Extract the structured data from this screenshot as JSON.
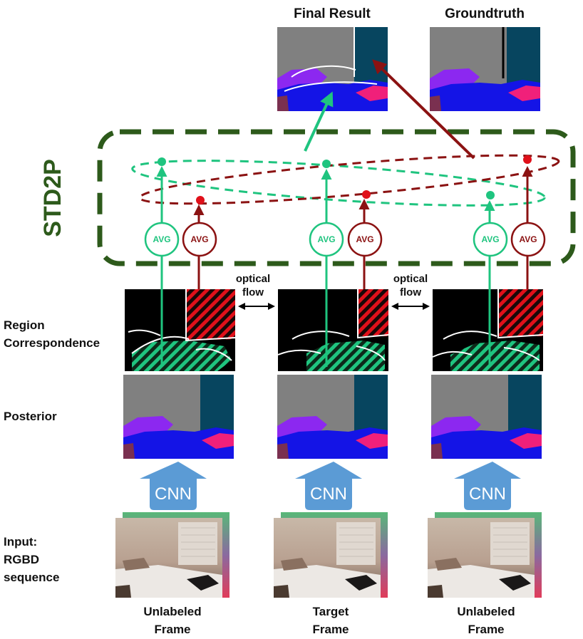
{
  "titles": {
    "final_result": "Final Result",
    "groundtruth": "Groundtruth"
  },
  "std2p_label": "STD2P",
  "row_labels": {
    "region_line1": "Region",
    "region_line2": "Correspondence",
    "posterior": "Posterior",
    "input_line1": "Input:",
    "input_line2": "RGBD",
    "input_line3": "sequence"
  },
  "optical_flow": {
    "line1": "optical",
    "line2": "flow"
  },
  "avg_label": "AVG",
  "cnn_label": "CNN",
  "frames": [
    {
      "line1": "Unlabeled",
      "line2": "Frame"
    },
    {
      "line1": "Target",
      "line2": "Frame"
    },
    {
      "line1": "Unlabeled",
      "line2": "Frame"
    }
  ],
  "colors": {
    "green": "#1fc47f",
    "dark_red": "#8b1212",
    "bright_red": "#e0101a",
    "dashed_box": "#2d5a1b",
    "cnn_arrow": "#5b9bd5",
    "seg_gray": "#808080",
    "seg_teal": "#07455f",
    "seg_blue": "#1414e6",
    "seg_purple": "#8c28f0",
    "seg_pink": "#f0207a"
  }
}
